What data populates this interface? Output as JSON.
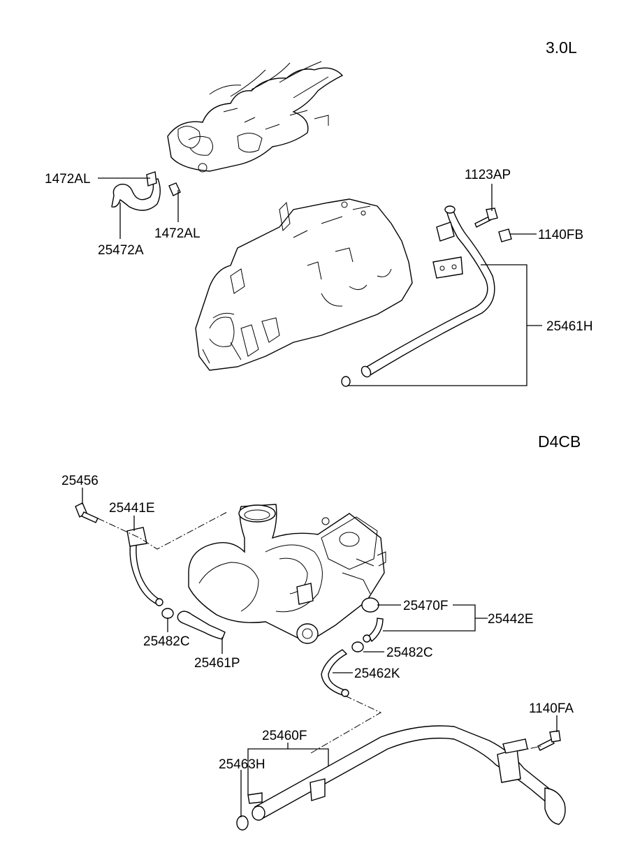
{
  "sections": {
    "top": "3.0L",
    "bottom": "D4CB"
  },
  "labels": {
    "p1472AL_a": "1472AL",
    "p1472AL_b": "1472AL",
    "p25472A": "25472A",
    "p1123AP": "1123AP",
    "p1140FB": "1140FB",
    "p25461H": "25461H",
    "p25456": "25456",
    "p25441E": "25441E",
    "p25470F": "25470F",
    "p25442E": "25442E",
    "p25482C_a": "25482C",
    "p25482C_b": "25482C",
    "p25461P": "25461P",
    "p25462K": "25462K",
    "p1140FA": "1140FA",
    "p25460F": "25460F",
    "p25463H": "25463H"
  }
}
